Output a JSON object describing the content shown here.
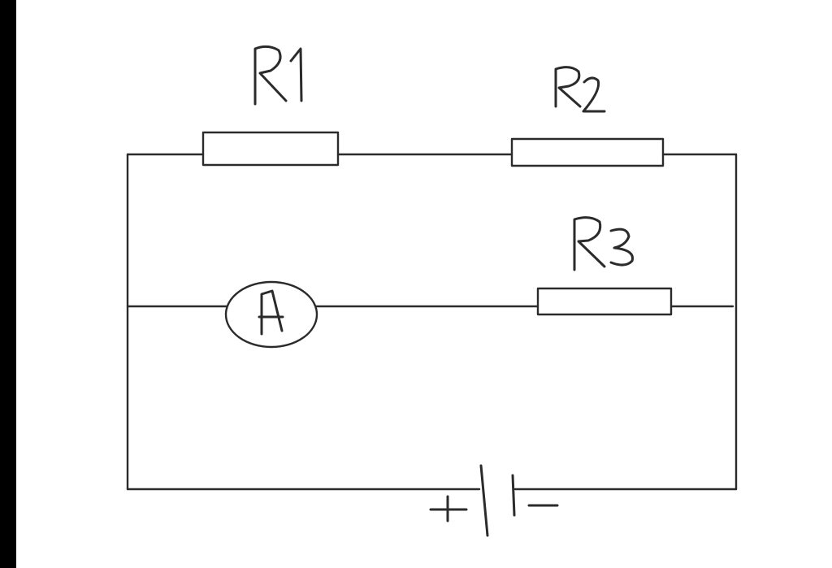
{
  "diagram": {
    "ink_color": "#2b2b2b",
    "edge_color": "#000000",
    "components": {
      "r1": {
        "label": "R1",
        "icon": "resistor-icon"
      },
      "r2": {
        "label": "R2",
        "icon": "resistor-icon"
      },
      "r3": {
        "label": "R3",
        "icon": "resistor-icon"
      },
      "ammeter": {
        "label": "A",
        "icon": "ammeter-icon"
      },
      "battery": {
        "plus": "+",
        "minus": "−",
        "icon": "battery-icon"
      }
    }
  }
}
